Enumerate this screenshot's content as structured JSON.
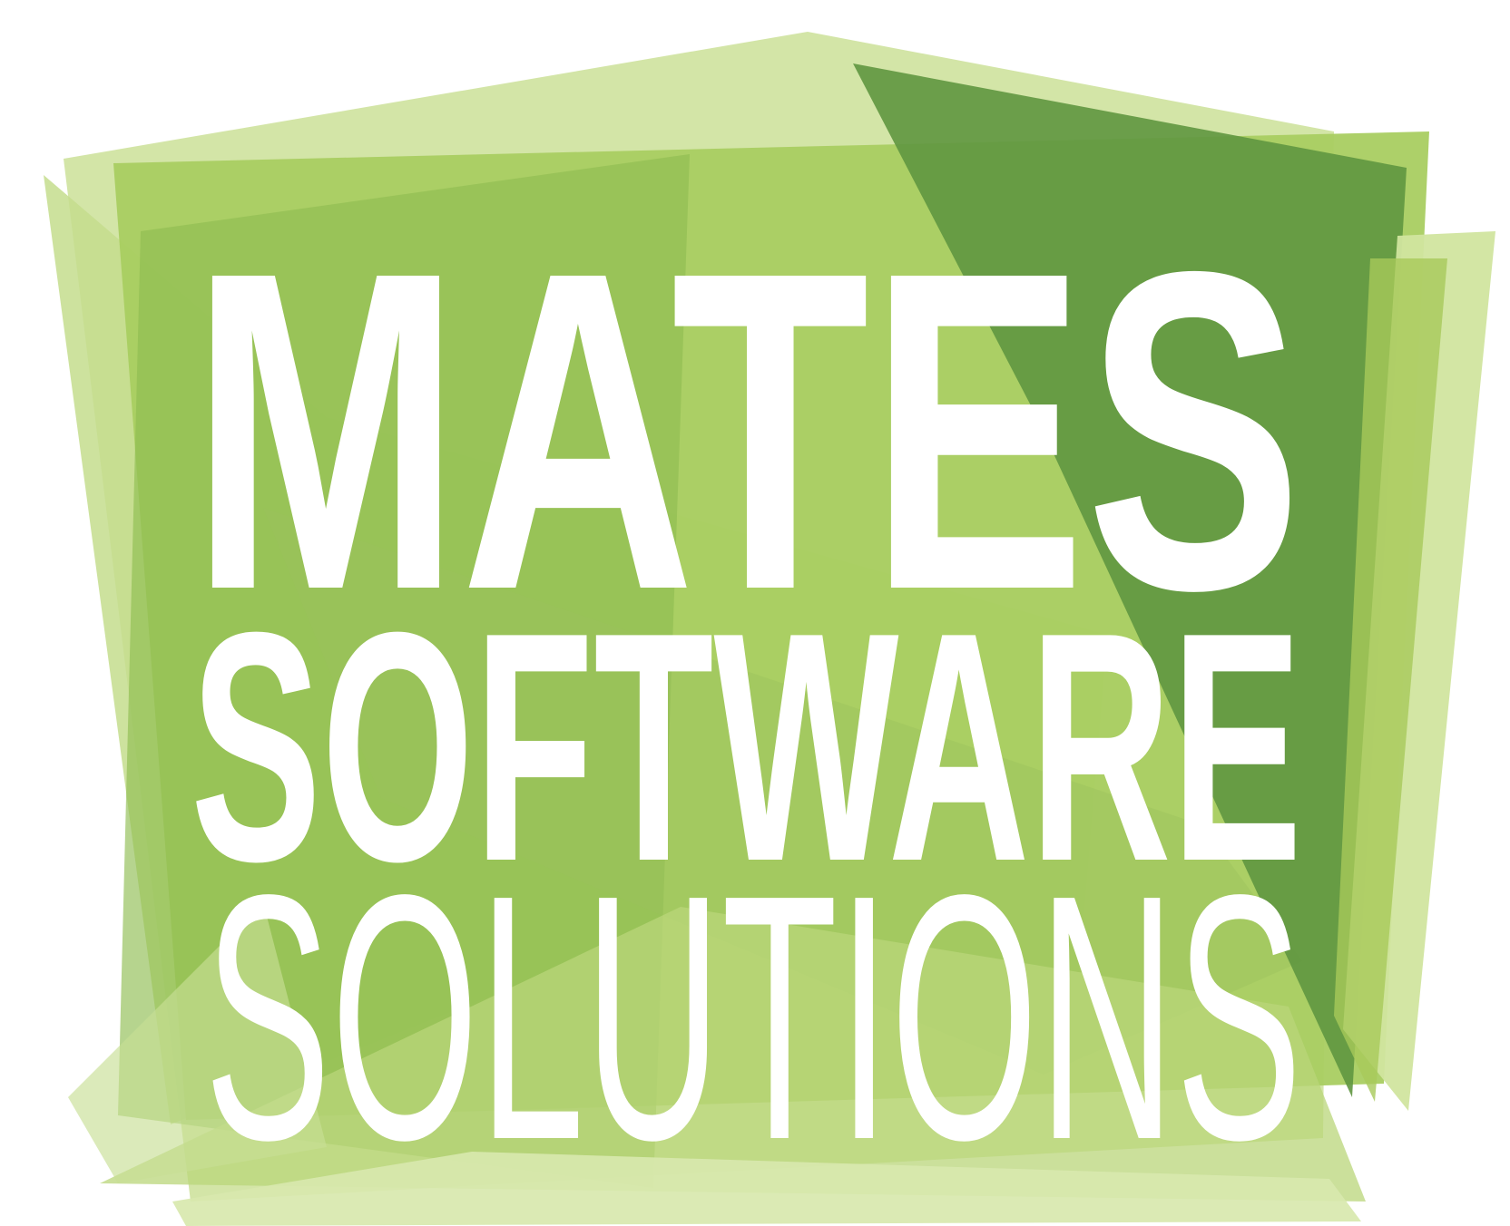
{
  "logo": {
    "line_1": "MATES",
    "line_2": "SOFTWARE",
    "line_3": "SOLUTIONS"
  },
  "colors": {
    "background": "#ffffff",
    "text": "#ffffff",
    "palette": [
      "#cfe3a0",
      "#b7d77a",
      "#a8cc5f",
      "#92bd4f",
      "#79ab45",
      "#5f9640",
      "#4f8b3b",
      "#d8e8ae"
    ]
  }
}
